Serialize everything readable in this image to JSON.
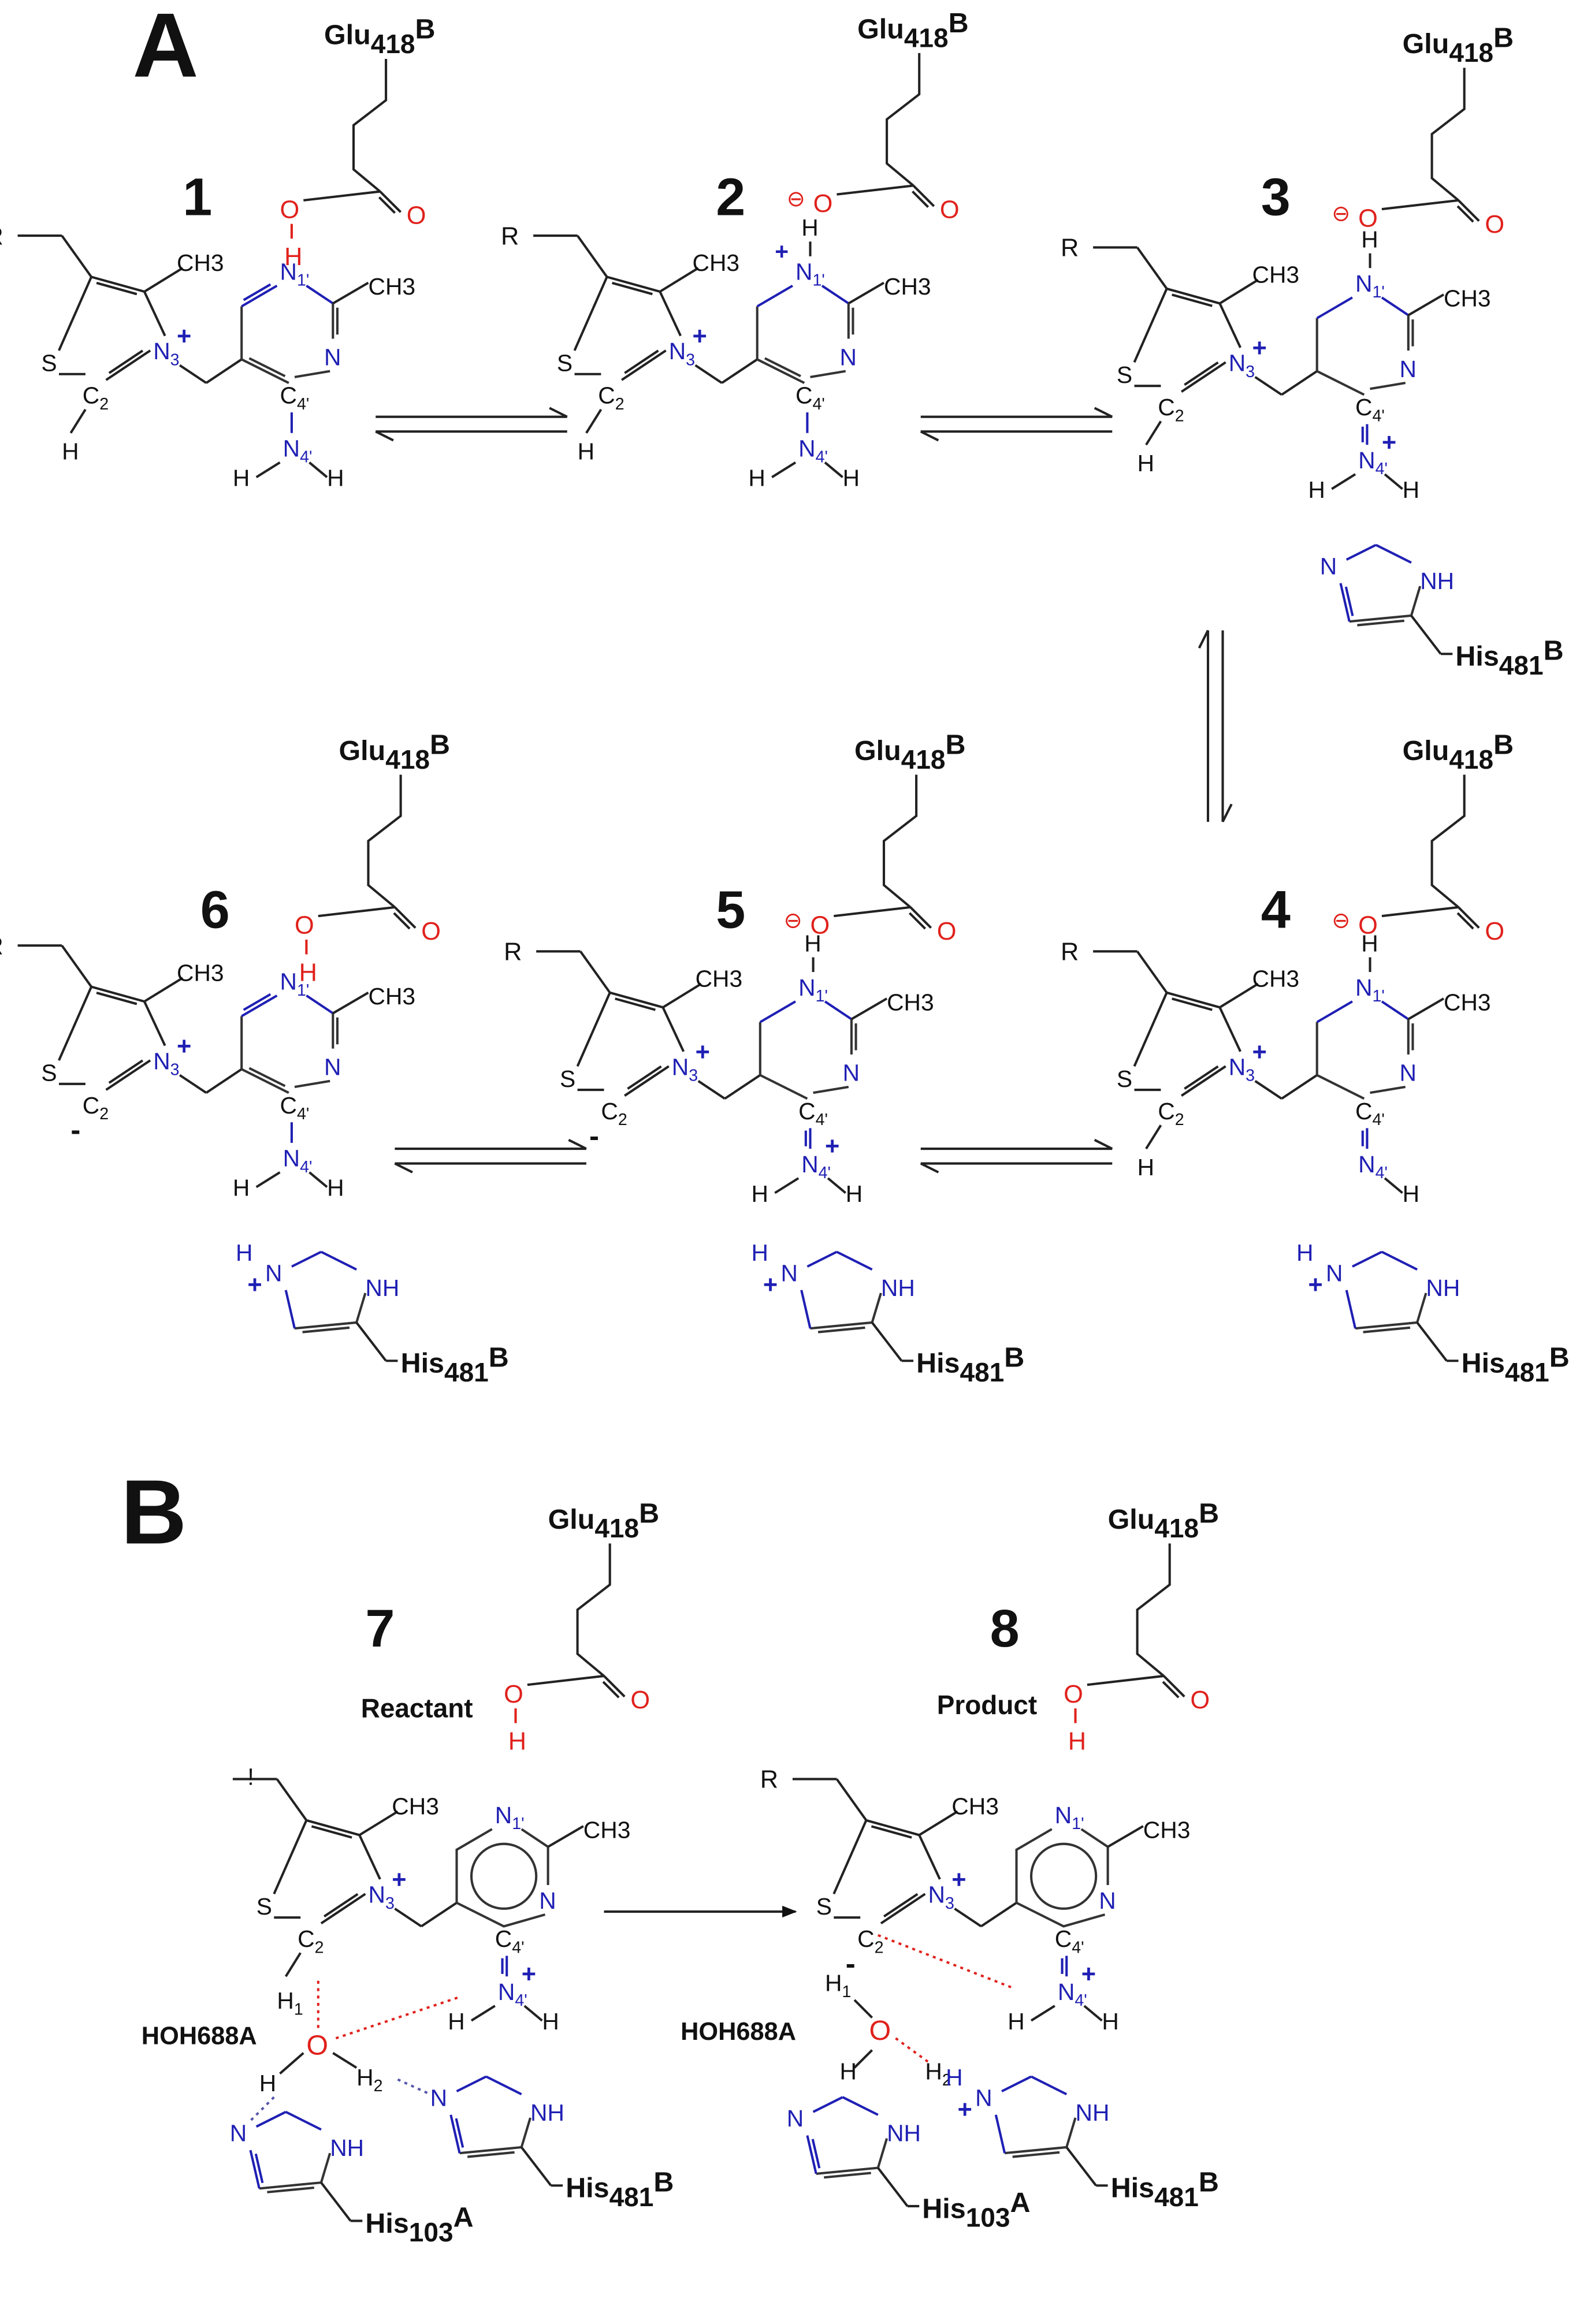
{
  "panels": {
    "a": "A",
    "b": "B"
  },
  "colors": {
    "nitrogen": "#1f1fb4",
    "oxygen": "#e0211c",
    "carbon": "#111111",
    "hbond_dots": "#e0211c"
  },
  "glu_label": "Glu418B",
  "his481_label": "His481B",
  "his103_label": "His103A",
  "water_label": "HOH688A",
  "structures": [
    {
      "number": "1",
      "caption": "",
      "glu_protonated": true,
      "n1_protonated": false,
      "n4_state": "amino",
      "c2_state": "C-H",
      "his": "none"
    },
    {
      "number": "2",
      "caption": "",
      "glu_protonated": false,
      "n1_protonated": true,
      "n4_state": "amino",
      "c2_state": "C-H",
      "his": "none"
    },
    {
      "number": "3",
      "caption": "",
      "glu_protonated": false,
      "n1_protonated": true,
      "n4_state": "iminium",
      "c2_state": "C-H",
      "his": "neutral"
    },
    {
      "number": "4",
      "caption": "",
      "glu_protonated": false,
      "n1_protonated": true,
      "n4_state": "imino",
      "c2_state": "C-H",
      "his": "protonated"
    },
    {
      "number": "5",
      "caption": "",
      "glu_protonated": false,
      "n1_protonated": true,
      "n4_state": "iminium",
      "c2_state": "carbanion",
      "his": "protonated"
    },
    {
      "number": "6",
      "caption": "",
      "glu_protonated": true,
      "n1_protonated": false,
      "n4_state": "amino",
      "c2_state": "carbanion",
      "his": "protonated"
    },
    {
      "number": "7",
      "caption": "Reactant"
    },
    {
      "number": "8",
      "caption": "Product"
    }
  ],
  "atoms": {
    "r": "R",
    "s": "S",
    "ch3": "CH3",
    "n": "N",
    "nh": "NH",
    "h": "H",
    "o": "O",
    "c2": "C",
    "c2_sub": "2",
    "n3": "N",
    "n3_sub": "3",
    "n1": "N",
    "n1_sub": "1'",
    "c4": "C",
    "c4_sub": "4'",
    "n4": "N",
    "n4_sub": "4'",
    "h1": "H",
    "h1_sub": "1",
    "h2": "H",
    "h2_sub": "2",
    "plus": "+",
    "minus": "-",
    "ominus": "⊖"
  }
}
